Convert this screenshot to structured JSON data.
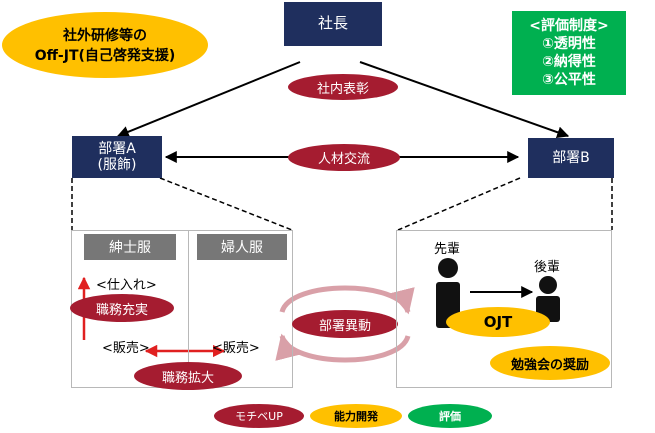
{
  "offjt": {
    "line1": "社外研修等の",
    "line2": "Off-JT(自己啓発支援)"
  },
  "president": "社長",
  "evaluation": {
    "title": "<評価制度>",
    "items": [
      "①透明性",
      "②納得性",
      "③公平性"
    ]
  },
  "internal_award": "社内表彰",
  "dept_a": {
    "line1": "部署A",
    "line2": "(服飾)"
  },
  "dept_b": "部署B",
  "talent_exchange": "人材交流",
  "mens": "紳士服",
  "womens": "婦人服",
  "purchasing": "<仕入れ>",
  "duty_enhancement": "職務充実",
  "sales_left": "<販売>",
  "sales_right": "<販売>",
  "duty_expansion": "職務拡大",
  "dept_transfer": "部署異動",
  "senior": "先輩",
  "junior": "後輩",
  "ojt": "OJT",
  "study_group": "勉強会の奨励",
  "legend": [
    "モチベUP",
    "能力開発",
    "評価"
  ],
  "colors": {
    "navy": "#1f2f5e",
    "red": "#a51c30",
    "yellow": "#ffc000",
    "green": "#00b050",
    "grey": "#777777"
  }
}
